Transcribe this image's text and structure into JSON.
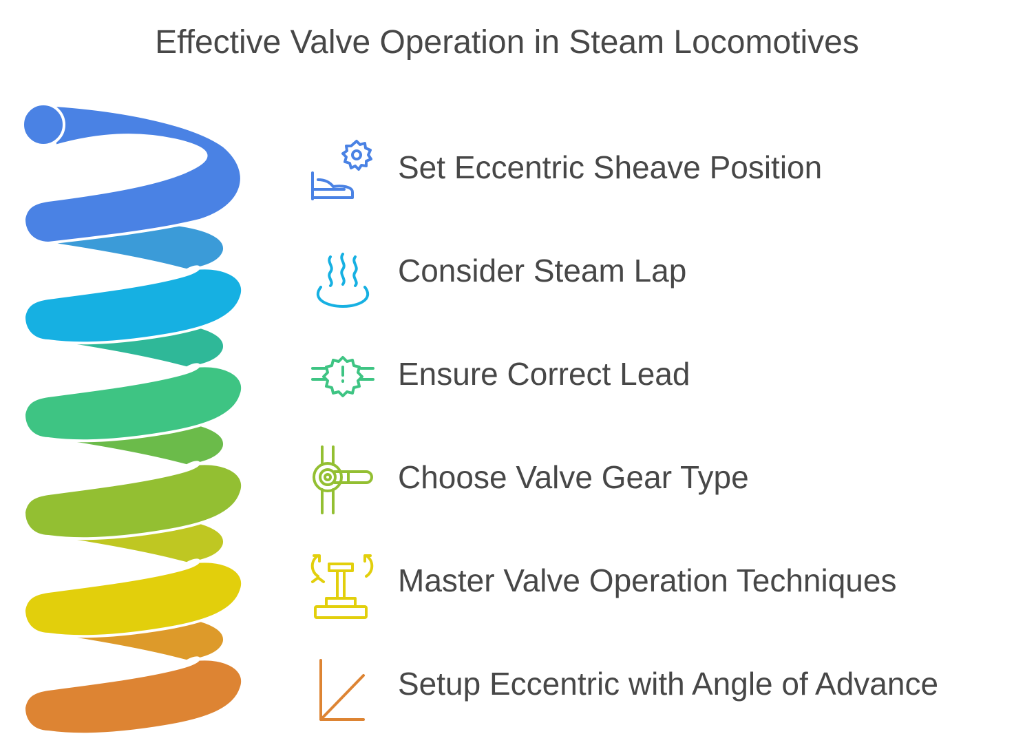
{
  "title": "Effective Valve Operation in Steam Locomotives",
  "steps": [
    {
      "label": "Set Eccentric Sheave Position",
      "color": "#4A82E4",
      "icon": "gear-hand-icon"
    },
    {
      "label": "Consider Steam Lap",
      "color": "#16B0E2",
      "icon": "steam-icon"
    },
    {
      "label": "Ensure Correct Lead",
      "color": "#3EC483",
      "icon": "gear-alert-icon"
    },
    {
      "label": "Choose Valve Gear Type",
      "color": "#93BF32",
      "icon": "valve-gear-icon"
    },
    {
      "label": "Master Valve Operation Techniques",
      "color": "#E2CF0C",
      "icon": "joystick-icon"
    },
    {
      "label": "Setup Eccentric with Angle of Advance",
      "color": "#DD8433",
      "icon": "angle-icon"
    }
  ]
}
